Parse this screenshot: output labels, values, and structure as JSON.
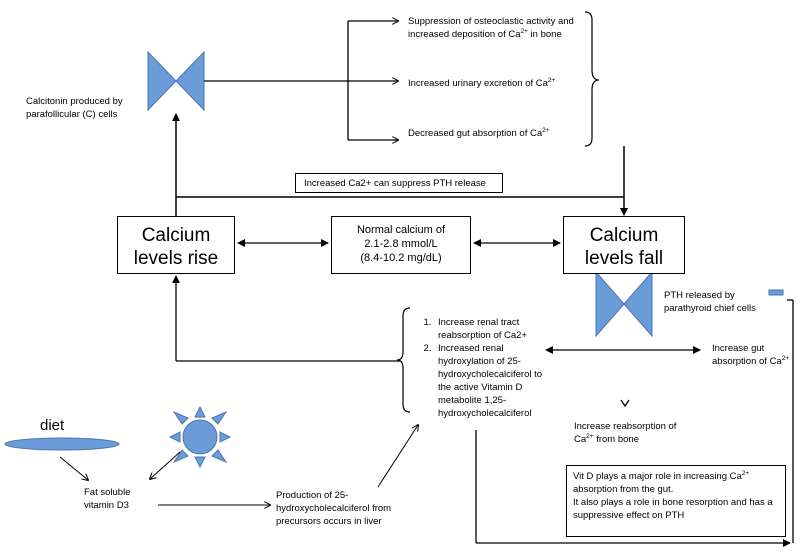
{
  "diagram": {
    "calcitonin_label": "Calcitonin produced by parafollicular  (C) cells",
    "calcitonin_effects": {
      "effect1_a": "Suppression of osteoclastic activity and increased deposition of Ca",
      "effect1_sup": "2+",
      "effect1_b": " in bone",
      "effect2": "Increased urinary excretion of Ca",
      "effect2_sup": "2+",
      "effect3": "Decreased gut absorption of Ca",
      "effect3_sup": "2+"
    },
    "pth_suppress_note": "Increased Ca2+ can suppress PTH release",
    "calcium_rise": "Calcium levels rise",
    "normal_calcium": {
      "line1": "Normal calcium of",
      "line2": "2.1-2.8 mmol/L",
      "line3": "(8.4-10.2 mg/dL)"
    },
    "calcium_fall": "Calcium levels fall",
    "pth_label": "PTH released by parathyroid chief cells",
    "pth_actions": {
      "item1": "Increase renal tract reabsorption of Ca2+",
      "item2": "Increased renal hydroxylation of 25-hydroxycholecalciferol to the active Vitamin D metabolite 1,25-hydroxycholecalciferol"
    },
    "gut_absorption": {
      "text": "Increase gut absorption of Ca",
      "sup": "2+"
    },
    "bone_reabsorption": {
      "text_a": "Increase reabsorption of Ca",
      "sup": "2+",
      "text_b": " from bone"
    },
    "diet_label": "diet",
    "fat_soluble_label": "Fat soluble vitamin D3",
    "liver_production": "Production of 25-hydroxycholecalciferol from precursors occurs in liver",
    "vitd_note": {
      "line1": "Vit D plays a major role in increasing Ca",
      "sup": "2+",
      "line1b": " absorption from the gut.",
      "line2": "It also plays a role in bone resorption and has a suppressive effect on PTH"
    },
    "colors": {
      "shape_fill": "#6b9bd8",
      "shape_stroke": "#4a76b0",
      "line": "#000000"
    },
    "icons": [
      "bowtie-icon",
      "sun-icon",
      "diet-ellipse-icon"
    ]
  }
}
